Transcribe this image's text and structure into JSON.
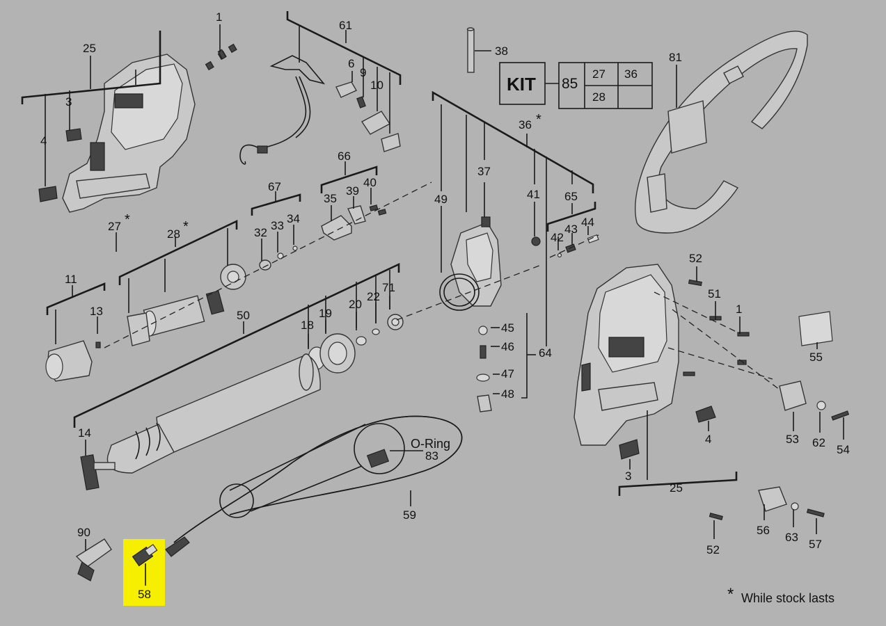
{
  "kit": {
    "label": "KIT",
    "number": "85",
    "contents": [
      "27",
      "36",
      "28"
    ]
  },
  "footnote": {
    "marker": "*",
    "text": "While stock lasts"
  },
  "o_ring_label": "O-Ring",
  "highlighted_part": "58",
  "highlight_color": "#f6f000",
  "callouts": {
    "p1a": "1",
    "p1b": "1",
    "p3a": "3",
    "p3b": "3",
    "p4a": "4",
    "p4b": "4",
    "p6": "6",
    "p9": "9",
    "p10": "10",
    "p11": "11",
    "p13": "13",
    "p14": "14",
    "p18": "18",
    "p19": "19",
    "p20": "20",
    "p22": "22",
    "p25a": "25",
    "p25b": "25",
    "p27": "27",
    "p28": "28",
    "p32": "32",
    "p33": "33",
    "p34": "34",
    "p35": "35",
    "p36": "36",
    "p37": "37",
    "p38": "38",
    "p39": "39",
    "p40": "40",
    "p41": "41",
    "p42": "42",
    "p43": "43",
    "p44": "44",
    "p45": "45",
    "p46": "46",
    "p47": "47",
    "p48": "48",
    "p49": "49",
    "p50": "50",
    "p51": "51",
    "p52a": "52",
    "p52b": "52",
    "p53": "53",
    "p54": "54",
    "p55": "55",
    "p56": "56",
    "p57": "57",
    "p58": "58",
    "p59": "59",
    "p61": "61",
    "p62": "62",
    "p63": "63",
    "p64": "64",
    "p65": "65",
    "p66": "66",
    "p67": "67",
    "p71": "71",
    "p81": "81",
    "p83": "83",
    "p90": "90"
  },
  "starred": [
    "27",
    "28",
    "36"
  ]
}
